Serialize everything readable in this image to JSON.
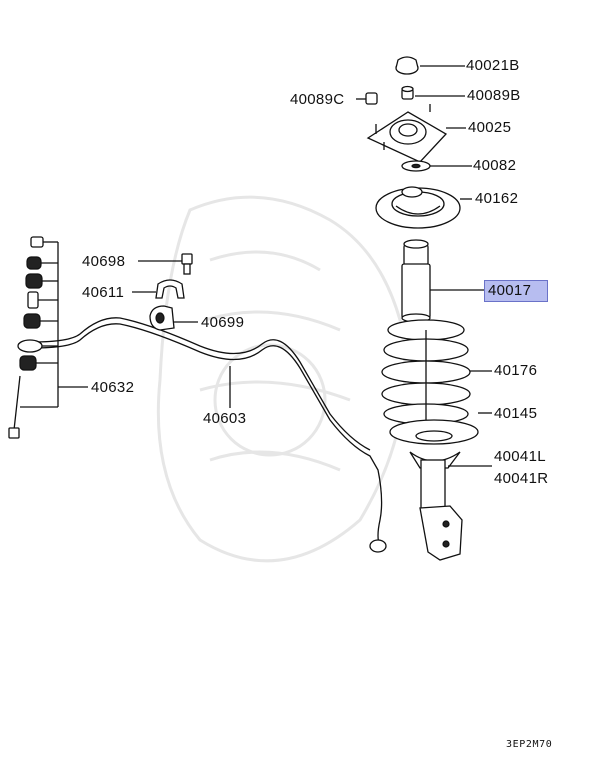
{
  "diagram": {
    "part_labels": {
      "p40021B": "40021B",
      "p40089C": "40089C",
      "p40089B": "40089B",
      "p40025": "40025",
      "p40082": "40082",
      "p40162": "40162",
      "p40017": "40017",
      "p40698": "40698",
      "p40611": "40611",
      "p40699": "40699",
      "p40176": "40176",
      "p40145": "40145",
      "p40041L": "40041L",
      "p40041R": "40041R",
      "p40603": "40603",
      "p40632": "40632"
    },
    "highlighted_part": "40017",
    "highlight_color": "#b7bdf0",
    "diagram_code": "3EP2M70"
  }
}
